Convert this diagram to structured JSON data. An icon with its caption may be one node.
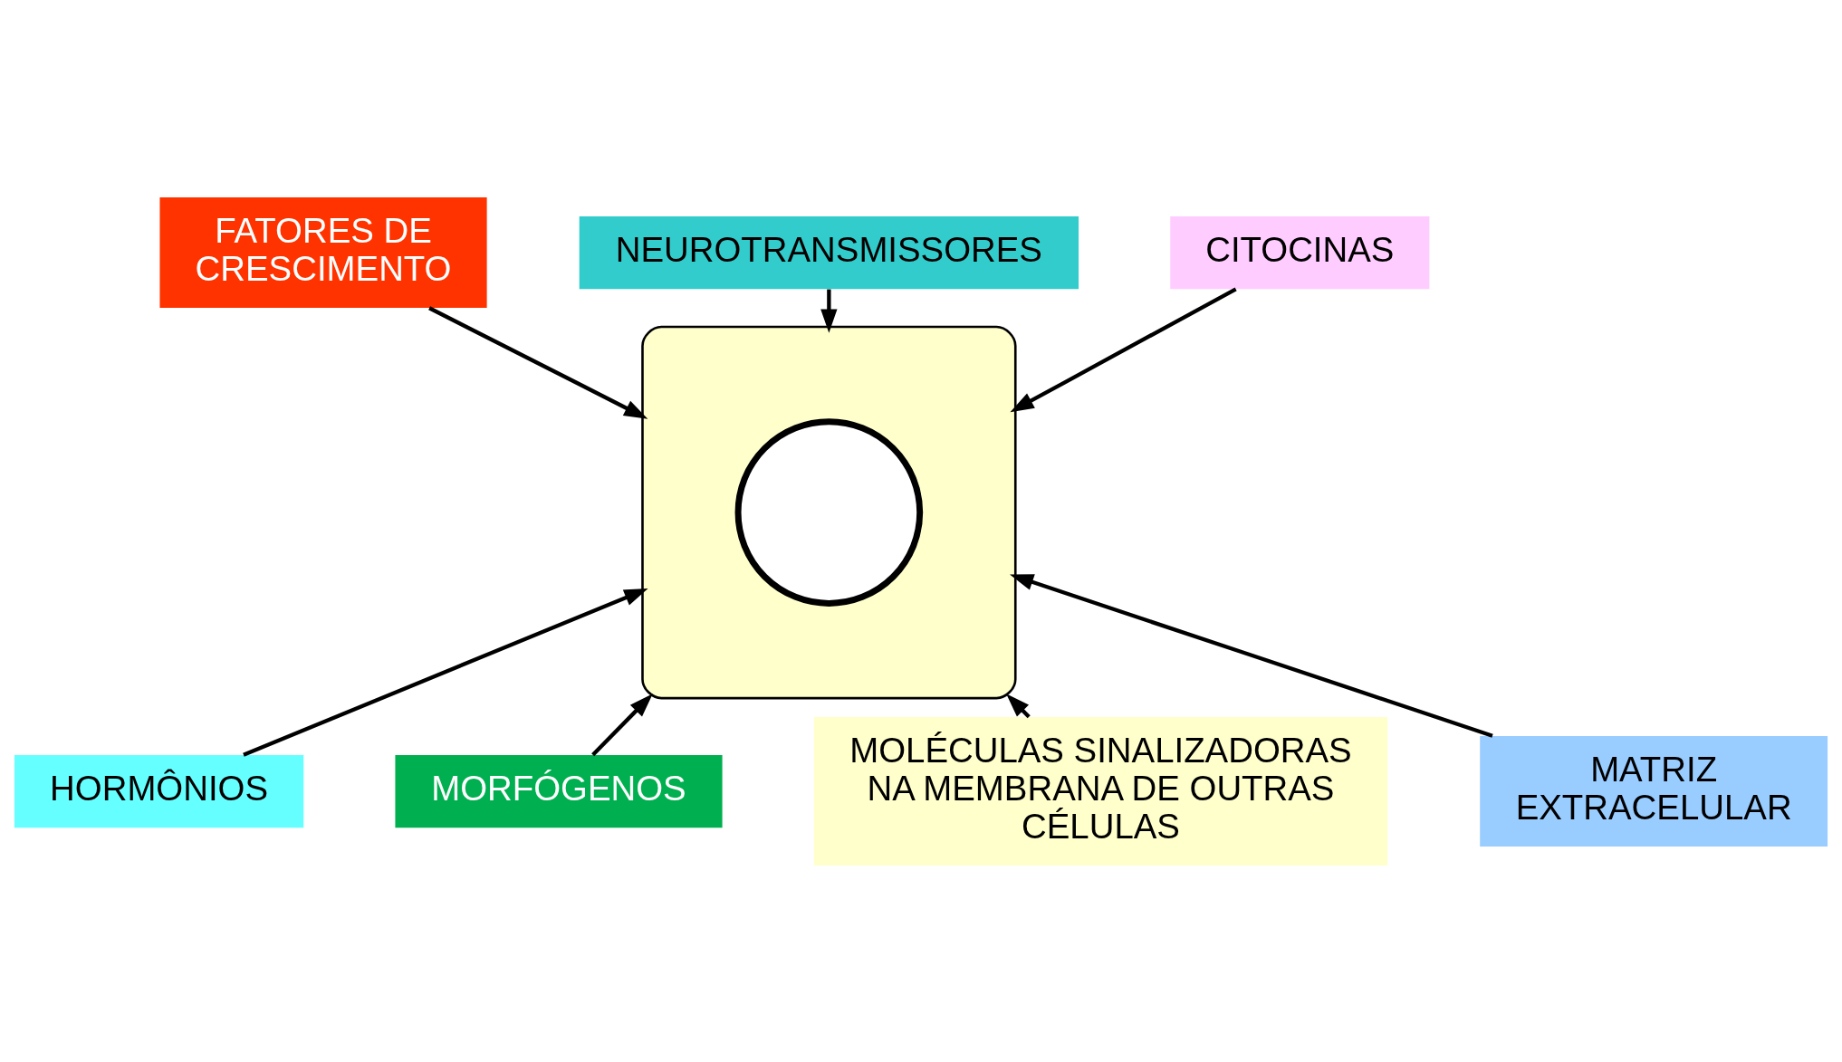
{
  "diagram": {
    "nodes": [
      {
        "text": [
          "FATORES DE CRESCIMENTO"
        ]
      },
      {
        "text": [
          "NEUROTRANSMISSORES"
        ]
      },
      {
        "text": [
          "CITOCINAS"
        ]
      },
      {
        "text": [],
        "shape": "ellipse"
      },
      {
        "text": [],
        "shape": "circle",
        "in": 3
      },
      {
        "text": [
          "HORMÔNIOS"
        ]
      },
      {
        "text": [
          "MORFÓGENOS"
        ]
      },
      {
        "text": [
          "MOLÉCULAS SINALIZADORAS NA MEMBRANA DE OUTRAS CÉLULAS"
        ]
      },
      {
        "text": [
          "MATRIZ EXTRACELULAR"
        ]
      }
    ],
    "edges": [
      {
        "from": 0,
        "to": 3,
        "arrow": "to"
      },
      {
        "from": 1,
        "to": 3,
        "arrow": "to"
      },
      {
        "from": 2,
        "to": 3,
        "arrow": "to"
      },
      {
        "from": 5,
        "to": 3,
        "arrow": "to"
      },
      {
        "from": 6,
        "to": 3,
        "arrow": "to"
      },
      {
        "from": 7,
        "to": 3,
        "arrow": "to"
      },
      {
        "from": 8,
        "to": 3,
        "arrow": "to"
      }
    ]
  }
}
